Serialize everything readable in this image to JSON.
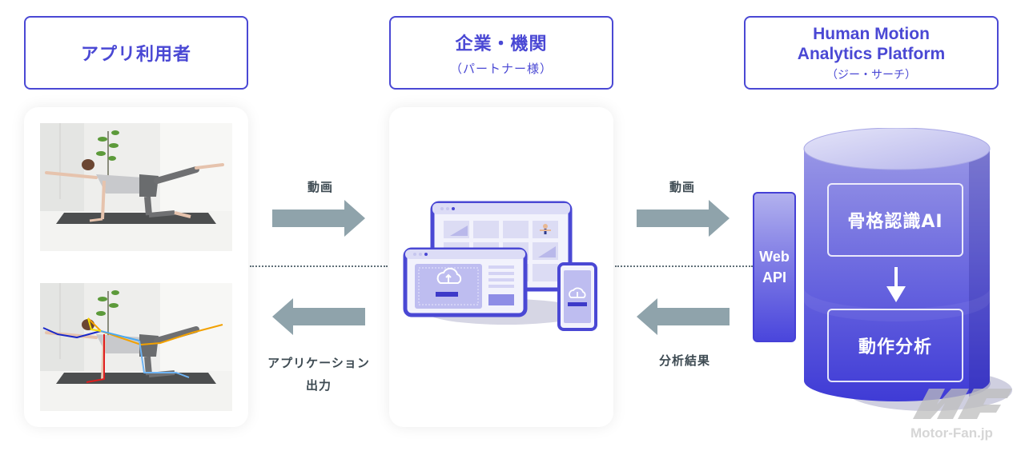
{
  "headers": {
    "users": {
      "title": "アプリ利用者"
    },
    "corporate": {
      "title": "企業・機関",
      "subtitle": "（パートナー様）"
    },
    "platform": {
      "title_line1": "Human Motion",
      "title_line2": "Analytics Platform",
      "subtitle": "（ジー・サーチ）"
    }
  },
  "flows": {
    "left_forward": "動画",
    "left_back_line1": "アプリケーション",
    "left_back_line2": "出力",
    "right_forward": "動画",
    "right_back": "分析結果"
  },
  "platform": {
    "web_api_line1": "Web",
    "web_api_line2": "API",
    "skeleton_recognition": "骨格認識AI",
    "motion_analysis": "動作分析"
  },
  "watermark": "Motor-Fan.jp",
  "colors": {
    "accent": "#4a48d4",
    "arrow": "#8fa3ab",
    "label": "#3d4a52",
    "cylinder": "#5a57dc"
  }
}
